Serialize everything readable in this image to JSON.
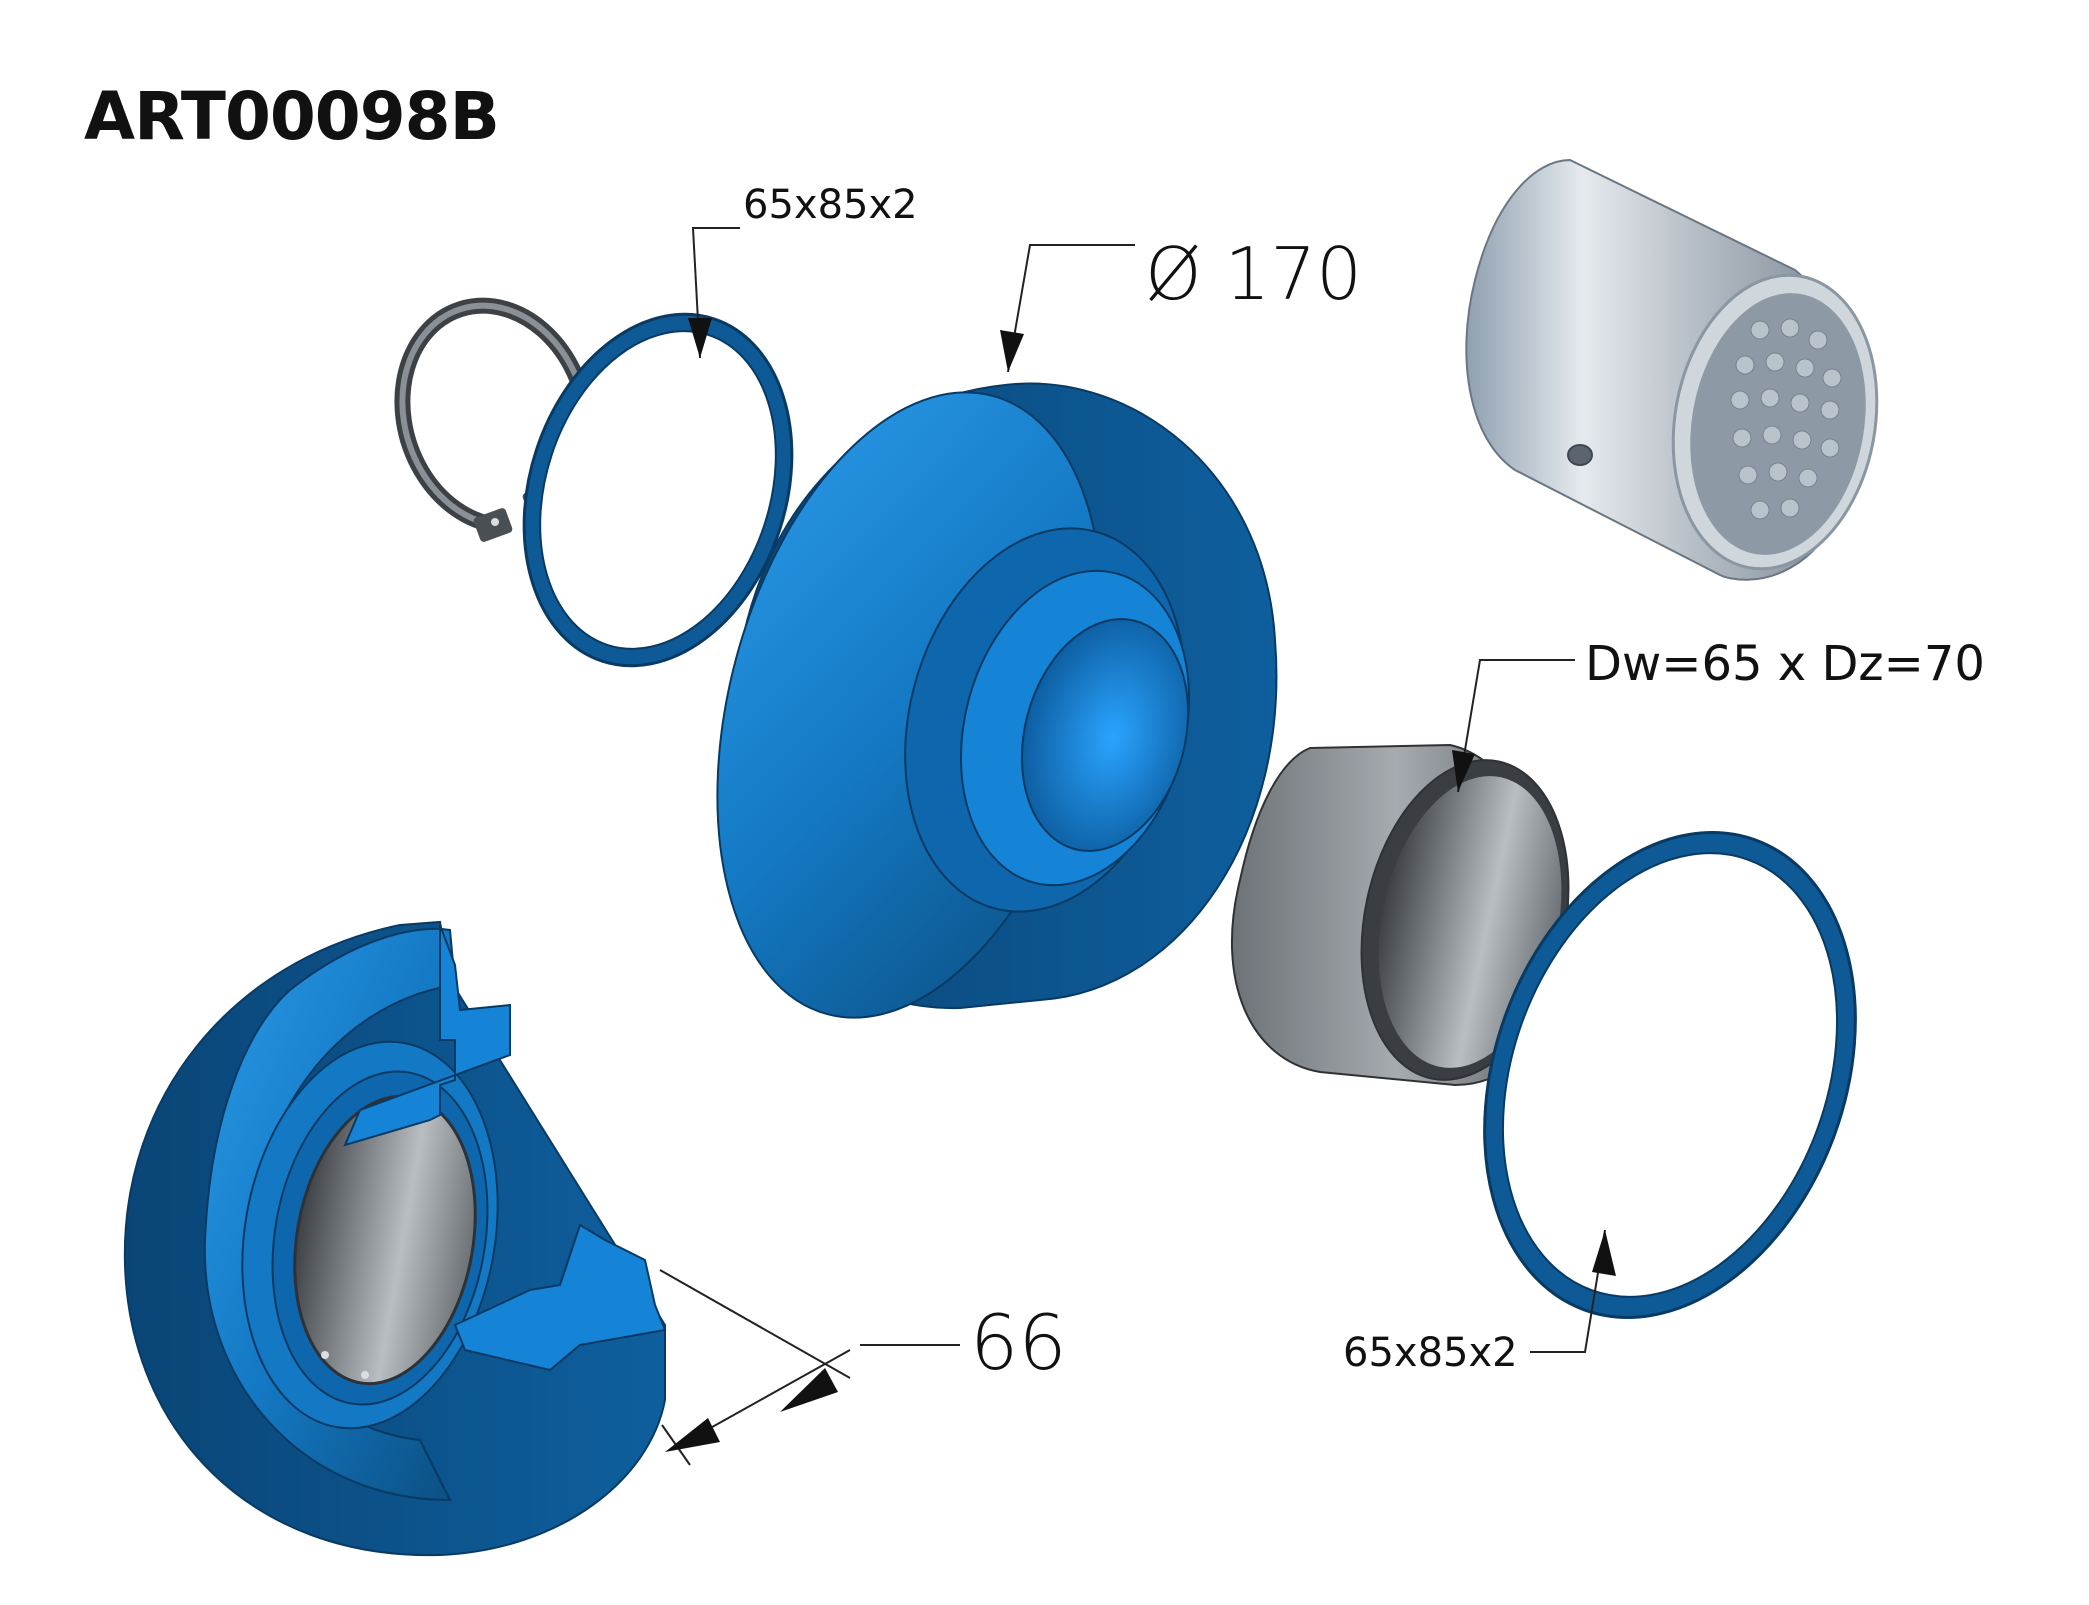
{
  "title": "ART00098B",
  "dimensions": {
    "washer_top": "65x85x2",
    "outer_diameter": "Ø 170",
    "bushing": "Dw=65 x Dz=70",
    "width": "66",
    "washer_bottom": "65x85x2"
  },
  "colors": {
    "body_blue": "#1a7fcf",
    "body_dark": "#0b4f82",
    "steel": "#9aa0a6",
    "ink": "#111111"
  }
}
